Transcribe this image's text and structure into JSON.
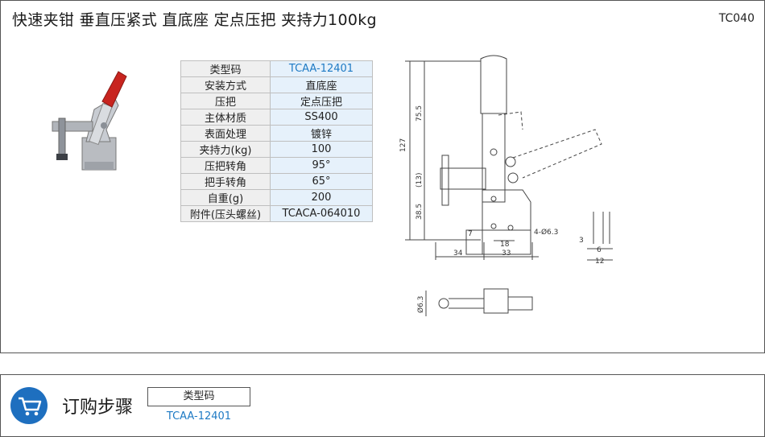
{
  "header": {
    "title": "快速夹钳  垂直压紧式  直底座  定点压把  夹持力100kg",
    "code": "TC040"
  },
  "spec_table": [
    {
      "key": "类型码",
      "value": "TCAA-12401"
    },
    {
      "key": "安装方式",
      "value": "直底座"
    },
    {
      "key": "压把",
      "value": "定点压把"
    },
    {
      "key": "主体材质",
      "value": "SS400"
    },
    {
      "key": "表面处理",
      "value": "镀锌"
    },
    {
      "key": "夹持力(kg)",
      "value": "100"
    },
    {
      "key": "压把转角",
      "value": "95°"
    },
    {
      "key": "把手转角",
      "value": "65°"
    },
    {
      "key": "自重(g)",
      "value": "200"
    },
    {
      "key": "附件(压头螺丝)",
      "value": "TCACA-064010"
    }
  ],
  "drawing": {
    "dim_127": "127",
    "dim_75_5": "75.5",
    "dim_13": "(13)",
    "dim_38_5": "38.5",
    "dim_7": "7",
    "dim_18": "18",
    "dim_34": "34",
    "dim_33": "33",
    "dim_hole": "4-Ø6.3",
    "dim_3": "3",
    "dim_6": "6",
    "dim_12": "12",
    "dim_dia": "Ø6.3"
  },
  "order": {
    "title": "订购步骤",
    "header": "类型码",
    "value": "TCAA-12401"
  },
  "colors": {
    "accent": "#1e6fbf",
    "value_text": "#1e7ac4",
    "handle_red": "#c8241f"
  }
}
